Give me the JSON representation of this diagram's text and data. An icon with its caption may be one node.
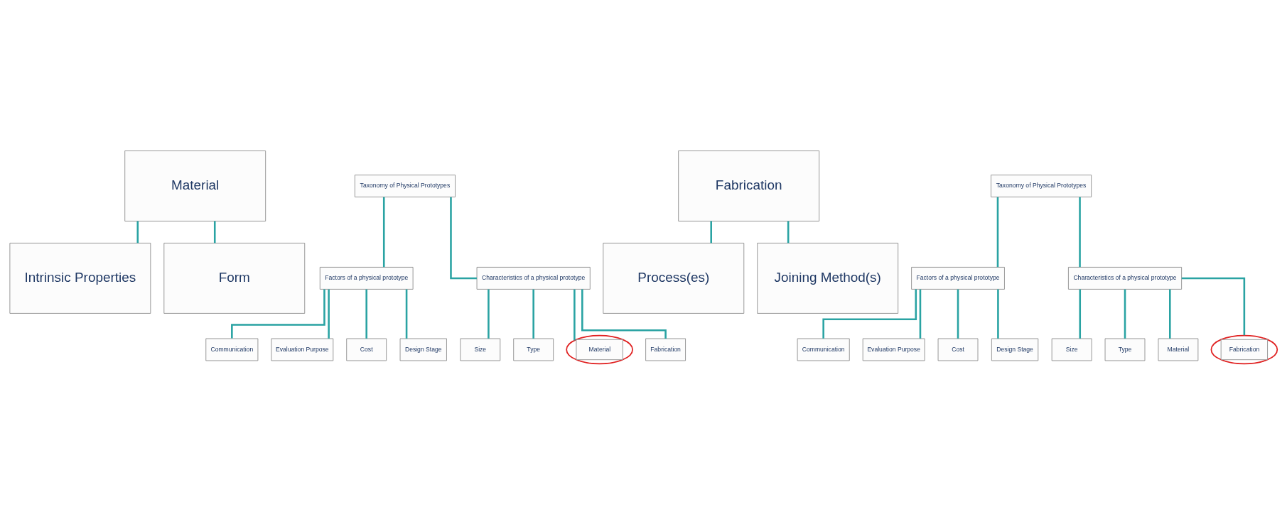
{
  "diagram": {
    "nodes": [
      {
        "text": [
          "Taxonomy of Physical Prototypes"
        ]
      },
      {
        "text": [
          "Factors of a physical prototype"
        ]
      },
      {
        "text": [
          "Characteristics of a physical prototype"
        ]
      },
      {
        "text": [
          "Communication"
        ]
      },
      {
        "text": [
          "Evaluation Purpose"
        ]
      },
      {
        "text": [
          "Cost"
        ]
      },
      {
        "text": [
          "Design Stage"
        ]
      },
      {
        "text": [
          "Size"
        ]
      },
      {
        "text": [
          "Type"
        ]
      },
      {
        "text": [
          "Material"
        ]
      },
      {
        "text": [
          "Fabrication"
        ]
      },
      {
        "text": [
          "Taxonomy of Physical Prototypes"
        ]
      },
      {
        "text": [
          "Factors of a physical prototype"
        ]
      },
      {
        "text": [
          "Characteristics of a physical prototype"
        ]
      },
      {
        "text": [
          "Communication"
        ]
      },
      {
        "text": [
          "Evaluation Purpose"
        ]
      },
      {
        "text": [
          "Cost"
        ]
      },
      {
        "text": [
          "Design Stage"
        ]
      },
      {
        "text": [
          "Size"
        ]
      },
      {
        "text": [
          "Type"
        ]
      },
      {
        "text": [
          "Material"
        ]
      },
      {
        "text": [
          "Fabrication"
        ]
      },
      {
        "text": [
          "Material"
        ]
      },
      {
        "text": [
          "Intrinsic Properties"
        ]
      },
      {
        "text": [
          "Form"
        ]
      },
      {
        "text": [
          "Fabrication"
        ]
      },
      {
        "text": [
          "Process(es)"
        ]
      },
      {
        "text": [
          "Joining Method(s)"
        ]
      }
    ],
    "edges": [
      {
        "from": 0,
        "to": 1,
        "arrow": "none"
      },
      {
        "from": 0,
        "to": 2,
        "arrow": "none"
      },
      {
        "from": 1,
        "to": 3,
        "arrow": "none"
      },
      {
        "from": 1,
        "to": 4,
        "arrow": "none"
      },
      {
        "from": 1,
        "to": 5,
        "arrow": "none"
      },
      {
        "from": 1,
        "to": 6,
        "arrow": "none"
      },
      {
        "from": 2,
        "to": 7,
        "arrow": "none"
      },
      {
        "from": 2,
        "to": 8,
        "arrow": "none"
      },
      {
        "from": 2,
        "to": 9,
        "arrow": "none"
      },
      {
        "from": 2,
        "to": 10,
        "arrow": "none"
      },
      {
        "from": 11,
        "to": 12,
        "arrow": "none"
      },
      {
        "from": 11,
        "to": 13,
        "arrow": "none"
      },
      {
        "from": 12,
        "to": 14,
        "arrow": "none"
      },
      {
        "from": 12,
        "to": 15,
        "arrow": "none"
      },
      {
        "from": 12,
        "to": 16,
        "arrow": "none"
      },
      {
        "from": 12,
        "to": 17,
        "arrow": "none"
      },
      {
        "from": 13,
        "to": 18,
        "arrow": "none"
      },
      {
        "from": 13,
        "to": 19,
        "arrow": "none"
      },
      {
        "from": 13,
        "to": 20,
        "arrow": "none"
      },
      {
        "from": 13,
        "to": 21,
        "arrow": "none"
      },
      {
        "from": 22,
        "to": 23,
        "arrow": "none"
      },
      {
        "from": 22,
        "to": 24,
        "arrow": "none"
      },
      {
        "from": 25,
        "to": 26,
        "arrow": "none"
      },
      {
        "from": 25,
        "to": 27,
        "arrow": "none"
      }
    ]
  }
}
